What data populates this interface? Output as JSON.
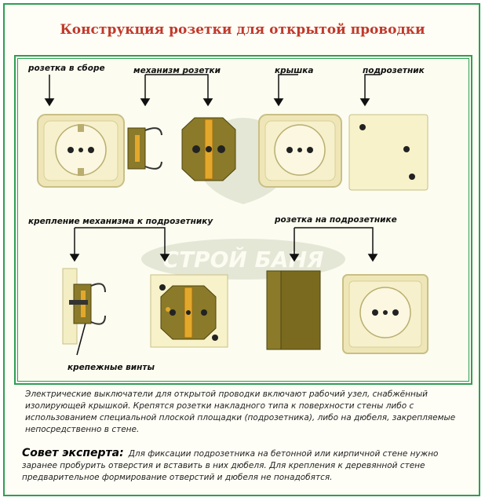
{
  "title": "Конструкция розетки для открытой проводки",
  "labels": {
    "assembled": "розетка в сборе",
    "mechanism": "механизм розетки",
    "cover": "крышка",
    "box": "подрозетник",
    "mounting": "крепление механизма к подрозетнику",
    "on_box": "розетка на подрозетнике",
    "screws": "крепежные винты"
  },
  "watermark": "СТРОЙ БАНЯ",
  "description": "Электрические выключатели для открытой проводки включают рабочий узел, снабжённый изолирующей крышкой. Крепятся розетки накладного типа к поверхности стены либо с использованием специальной плоской площадки (подрозетника), либо на дюбеля, закрепляемые непосредственно в стене.",
  "tip": {
    "heading": "Совет эксперта:",
    "text": "Для фиксации подрозетника на бетонной или кирпичной стене нужно заранее пробурить отверстия и вставить в них дюбеля. Для крепления к деревянной стене предварительное формирование отверстий и дюбеля не понадобятся."
  },
  "colors": {
    "accent": "#2e9e55",
    "title": "#c0392b",
    "plastic": "#f4eec5",
    "plastic_edge": "#c9bf86",
    "mechanism": "#8a7a2a",
    "brass": "#e3a82b"
  }
}
